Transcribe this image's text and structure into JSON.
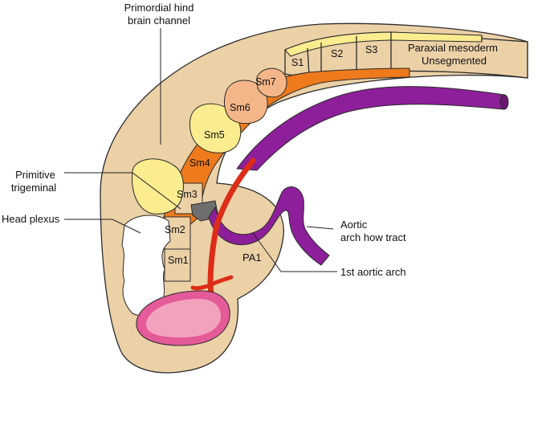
{
  "labels": {
    "primordial_hind_line1": "Primordial hind",
    "primordial_hind_line2": "brain channel",
    "primitive_trigeminal_line1": "Primitive",
    "primitive_trigeminal_line2": "trigeminal",
    "head_plexus": "Head plexus",
    "aortic_arch_line1": "Aortic",
    "aortic_arch_line2": "arch how tract",
    "first_aortic_arch": "1st aortic arch",
    "paraxial_line1": "Paraxial mesoderm",
    "paraxial_line2": "Unsegmented",
    "pa1": "PA1"
  },
  "segments": {
    "s1": "S1",
    "s2": "S2",
    "s3": "S3",
    "sm1": "Sm1",
    "sm2": "Sm2",
    "sm3": "Sm3",
    "sm4": "Sm4",
    "sm5": "Sm5",
    "sm6": "Sm6",
    "sm7": "Sm7"
  },
  "colors": {
    "embryo_tan": "#ecd1a7",
    "somite_yellow": "#fbec8f",
    "somitomere_peach": "#f4b688",
    "plexus_orange": "#ee7a1c",
    "artery_red": "#dd2d18",
    "aorta_purple": "#8d1f9a",
    "heart_pink": "#f3a2bd",
    "heart_magenta": "#e55a98",
    "plexus_white": "#ffffff",
    "trigeminal_grey": "#6e6e6e"
  }
}
